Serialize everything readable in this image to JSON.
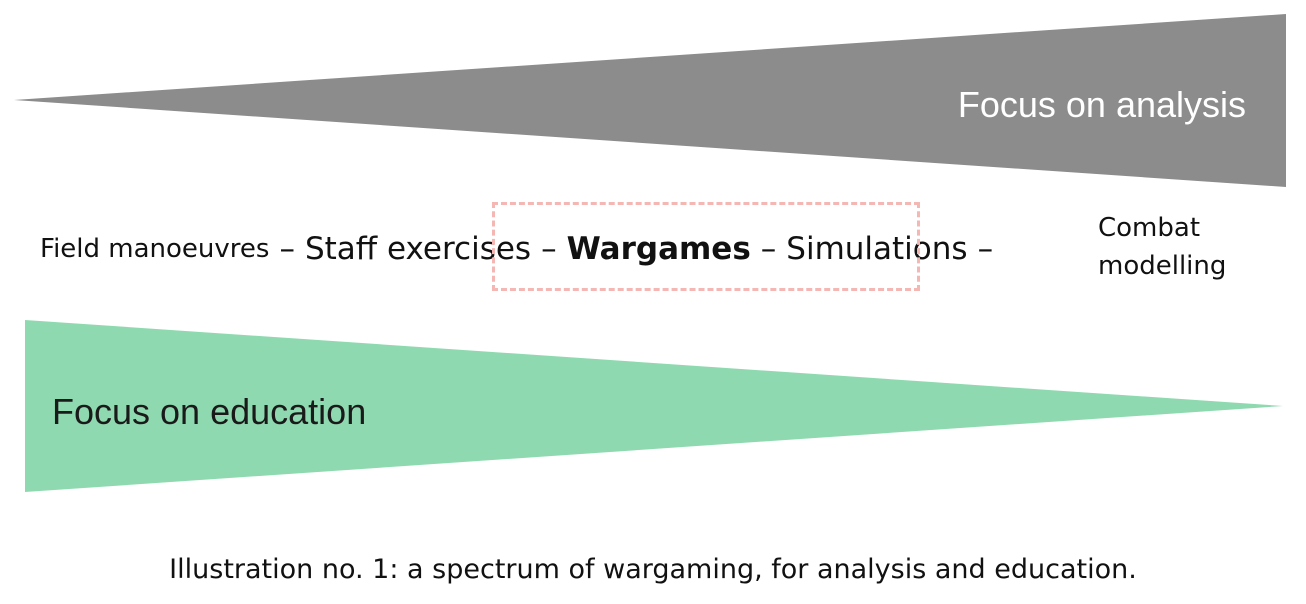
{
  "colors": {
    "analysis_wedge": "#8c8c8c",
    "education_wedge": "#8fd9b0",
    "highlight_box": "#f5b7b4"
  },
  "analysis_wedge": {
    "label": "Focus on analysis"
  },
  "education_wedge": {
    "label": "Focus on education"
  },
  "spectrum": {
    "field_manoeuvres": "Field manoeuvres",
    "staff_exercises": "Staff exercises",
    "wargames": "Wargames",
    "simulations": "Simulations",
    "combat_line1": "Combat",
    "combat_line2": "modelling",
    "separator": "–"
  },
  "caption": "Illustration no. 1: a spectrum of wargaming, for analysis and education."
}
